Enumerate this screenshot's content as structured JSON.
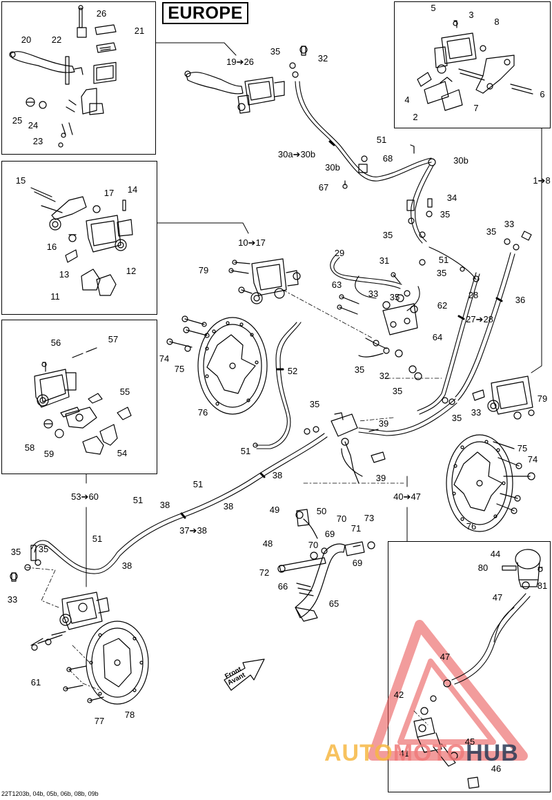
{
  "region_title": "EUROPE",
  "reference_code": "22T1203b, 04b, 05b, 06b, 08b, 09b",
  "front_label": {
    "line1": "Front",
    "line2": "Avant"
  },
  "watermark": {
    "part1": "AUTO",
    "part2": "MOTO",
    "part3": "HUB"
  },
  "colors": {
    "line": "#000000",
    "watermark_triangle": "#e84c4c",
    "watermark_auto": "#f6b844",
    "watermark_hub": "#2b3a55"
  },
  "callouts": {
    "c20": "20",
    "c22": "22",
    "c26a": "26",
    "c21": "21",
    "c25": "25",
    "c24": "24",
    "c23": "23",
    "c19_26": "19➔26",
    "c35a": "35",
    "c32a": "32",
    "c5": "5",
    "c3": "3",
    "c8": "8",
    "c4": "4",
    "c2": "2",
    "c7": "7",
    "c6": "6",
    "c15": "15",
    "c17": "17",
    "c14": "14",
    "c16": "16",
    "c12": "12",
    "c13": "13",
    "c11": "11",
    "c30a_30b": "30a➔30b",
    "c51a": "51",
    "c68": "68",
    "c30b_a": "30b",
    "c30b_b": "30b",
    "c67": "67",
    "c34": "34",
    "c35b": "35",
    "c35c": "35",
    "c1_8": "1➔8",
    "c10_17": "10➔17",
    "c79a": "79",
    "c29": "29",
    "c31": "31",
    "c51b": "51",
    "c35d": "35",
    "c35e": "35",
    "c33a": "33",
    "c63": "63",
    "c33b": "33",
    "c35f": "35",
    "c62": "62",
    "c28": "28",
    "c36": "36",
    "c27_28": "27➔28",
    "c64": "64",
    "c35g": "35",
    "c32b": "32",
    "c35h": "35",
    "c56": "56",
    "c57": "57",
    "c55": "55",
    "c58": "58",
    "c59": "59",
    "c54": "54",
    "c74a": "74",
    "c75a": "75",
    "c76a": "76",
    "c52": "52",
    "c35i": "35",
    "c39a": "39",
    "c39b": "39",
    "c35j": "35",
    "c33c": "33",
    "c79b": "79",
    "c51c": "51",
    "c38a": "38",
    "c51d": "51",
    "c38b": "38",
    "c51e": "51",
    "c38c": "38",
    "c37_38": "37➔38",
    "c53_60": "53➔60",
    "c40_47": "40➔47",
    "c75b": "75",
    "c74b": "74",
    "c76b": "76",
    "c49": "49",
    "c50": "50",
    "c48": "48",
    "c70a": "70",
    "c70b": "70",
    "c71": "71",
    "c73": "73",
    "c69a": "69",
    "c69b": "69",
    "c72": "72",
    "c66": "66",
    "c65": "65",
    "c51f": "51",
    "c38d": "38",
    "c35k": "35",
    "c35l": "35",
    "c33d": "33",
    "c61": "61",
    "c78": "78",
    "c77": "77",
    "c44": "44",
    "c80": "80",
    "c81": "81",
    "c47a": "47",
    "c47b": "47",
    "c42": "42",
    "c45": "45",
    "c41": "41",
    "c46": "46"
  }
}
